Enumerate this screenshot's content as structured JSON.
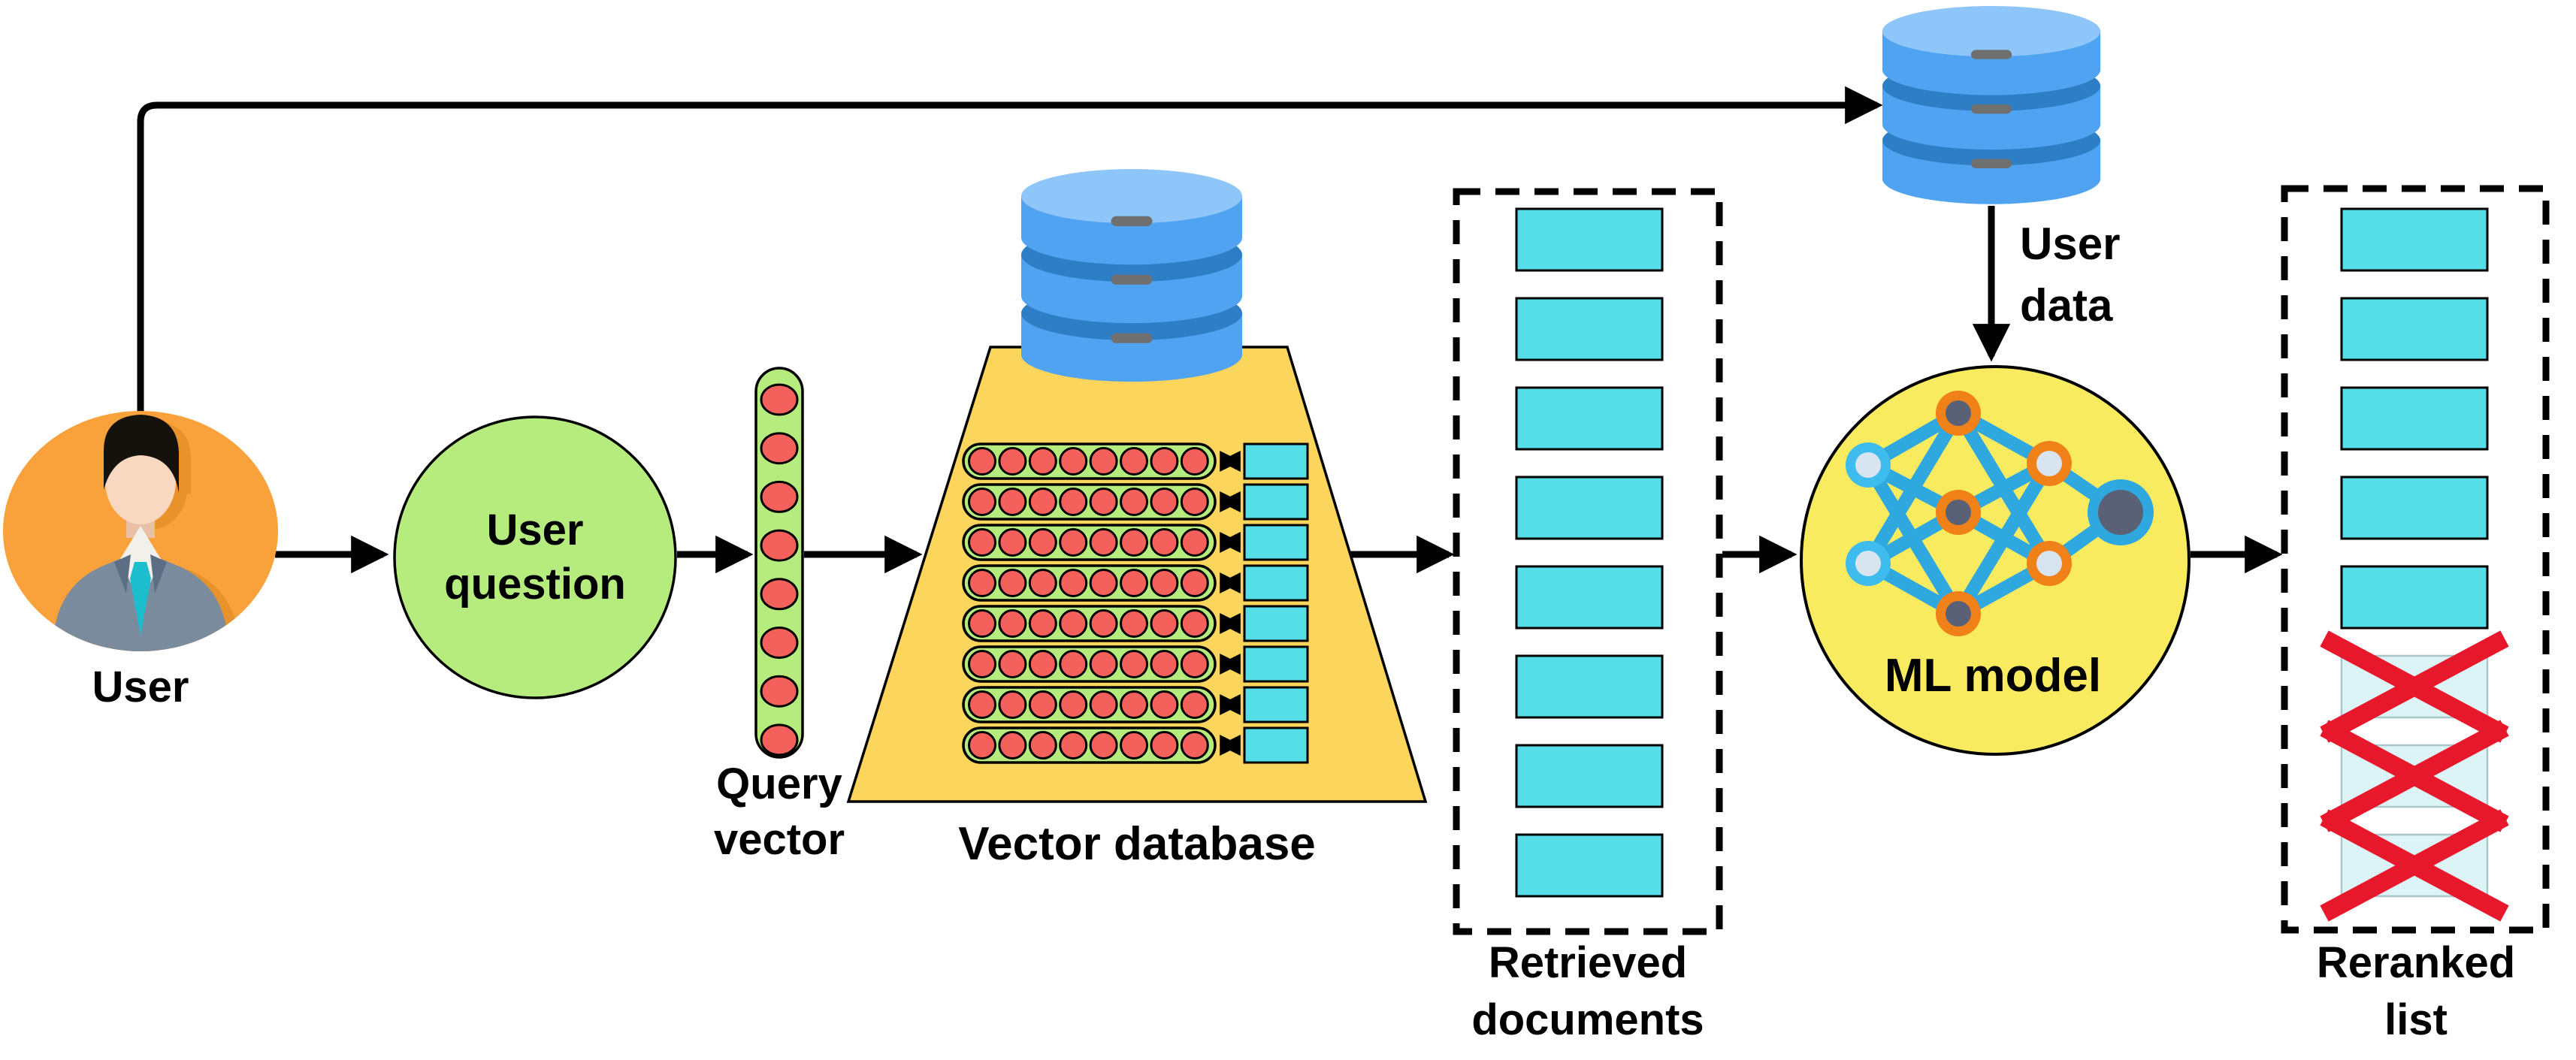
{
  "diagram": {
    "description_labels": {
      "user": "User",
      "user_question": [
        "User",
        "question"
      ],
      "query_vector": [
        "Query",
        "vector"
      ],
      "vector_database": "Vector database",
      "retrieved_documents": [
        "Retrieved",
        "documents"
      ],
      "ml_model": "ML model",
      "user_data": [
        "User",
        "data"
      ],
      "reranked_list": [
        "Reranked",
        "list"
      ]
    },
    "counts": {
      "vector_db_rows": 8,
      "dots_per_vector": 8,
      "query_vector_dots": 8,
      "retrieved_documents": 8,
      "reranked_kept": 5,
      "reranked_crossed_out": 3
    },
    "colors": {
      "user_node": "#F9A13B",
      "question_node": "#B5EC7D",
      "vector_pill": "#B5EC7D",
      "vector_dot": "#F4615C",
      "database_trapezoid": "#FBD55C",
      "document": "#55DEE8",
      "document_faded": "#DCF4F6",
      "ml_node": "#F9EB5F",
      "cylinder_body": "#4FA3F1",
      "cylinder_top": "#8FC6F9",
      "cylinder_dark": "#2E7EC6",
      "nn_edge": "#2FA8E0",
      "nn_edge_light": "#85D4F4",
      "cross_out": "#E8182C",
      "arrow": "#000000"
    }
  }
}
